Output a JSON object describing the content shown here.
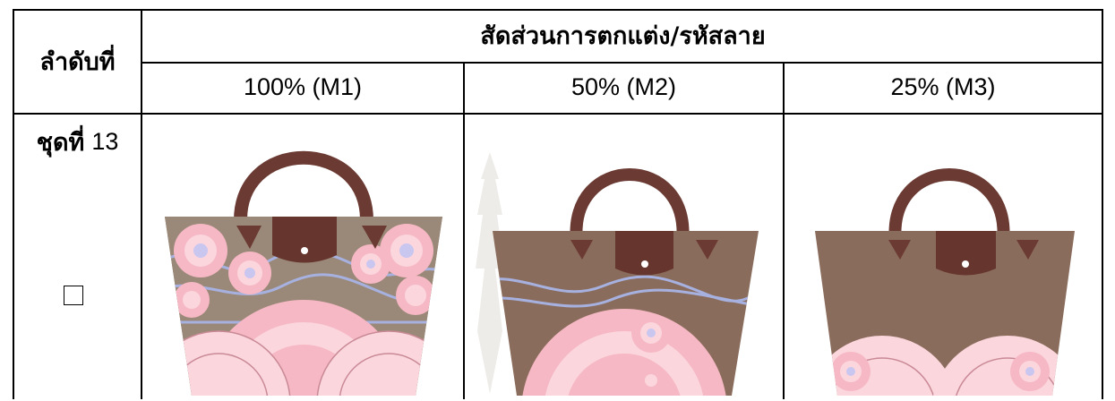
{
  "table": {
    "index_header": "ลำดับที่",
    "group_header": "สัดส่วนการตกแต่ง/รหัสลาย",
    "columns": [
      "100%  (M1)",
      "50%  (M2)",
      "25%  (M3)"
    ],
    "row": {
      "label_prefix": "ชุดที่",
      "label_number": "13",
      "checkbox_checked": false
    }
  },
  "colors": {
    "bag_body": "#8a6c5c",
    "handle": "#6b3a32",
    "flap": "#66352d",
    "pattern_pink": "#f6b8c4",
    "pattern_light": "#fbd6dd",
    "lace_blue": "#a7b1e0",
    "border": "#000000"
  },
  "images": [
    {
      "name": "bag-m1-image",
      "decoration_fraction": 1.0
    },
    {
      "name": "bag-m2-image",
      "decoration_fraction": 0.5
    },
    {
      "name": "bag-m3-image",
      "decoration_fraction": 0.25
    }
  ]
}
